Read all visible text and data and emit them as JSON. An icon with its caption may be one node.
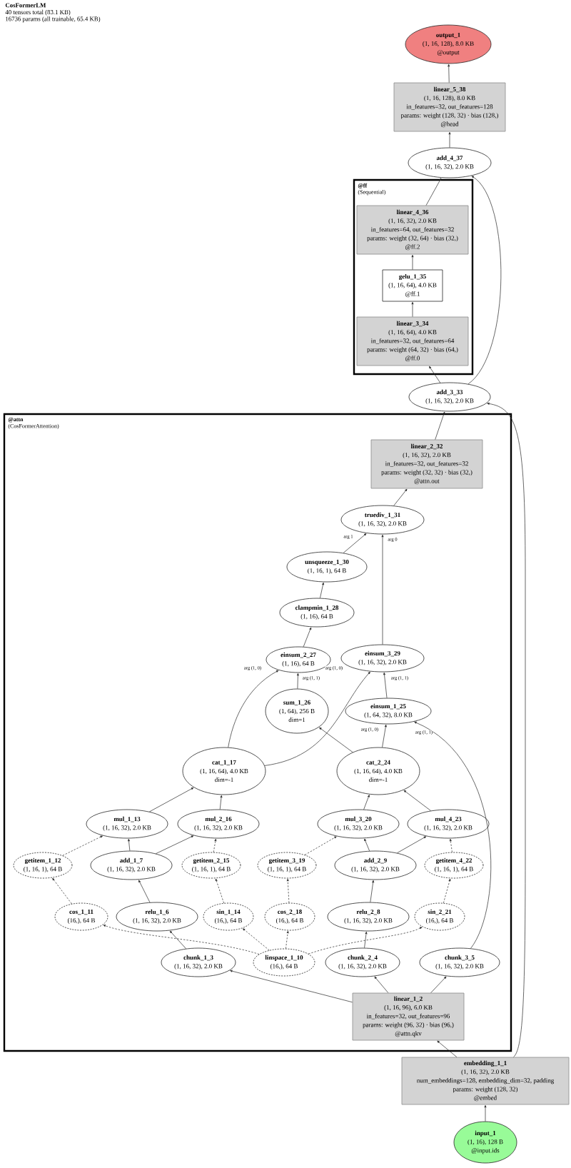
{
  "diagram": {
    "title": "CosFormerLM",
    "labels": [
      "40 tensors total (83.1 KB)",
      "16736 params (all trainable, 65.4 KB)"
    ],
    "nodes": [
      {
        "text": [
          "output_1",
          "(1, 16, 128), 8.0 KB",
          "@output"
        ]
      },
      {
        "text": [
          "linear_5_38",
          "(1, 16, 128), 8.0 KB",
          "in_features=32, out_features=128",
          "params: weight (128, 32) · bias (128,)",
          "@head"
        ]
      },
      {
        "text": [
          "add_4_37",
          "(1, 16, 32), 2.0 KB"
        ]
      },
      {
        "text": [
          "@ff",
          "(Sequential)"
        ]
      },
      {
        "text": [
          "linear_4_36",
          "(1, 16, 32), 2.0 KB",
          "in_features=64, out_features=32",
          "params: weight (32, 64) · bias (32,)",
          "@ff.2"
        ],
        "in": 3
      },
      {
        "text": [
          "gelu_1_35",
          "(1, 16, 64), 4.0 KB",
          "@ff.1"
        ],
        "in": 3
      },
      {
        "text": [
          "linear_3_34",
          "(1, 16, 64), 4.0 KB",
          "in_features=32, out_features=64",
          "params: weight (64, 32) · bias (64,)",
          "@ff.0"
        ],
        "in": 3
      },
      {
        "text": [
          "add_3_33",
          "(1, 16, 32), 2.0 KB"
        ]
      },
      {
        "text": [
          "@attn",
          "(CosFormerAttention)"
        ]
      },
      {
        "text": [
          "linear_2_32",
          "(1, 16, 32), 2.0 KB",
          "in_features=32, out_features=32",
          "params: weight (32, 32) · bias (32,)",
          "@attn.out"
        ],
        "in": 8
      },
      {
        "text": [
          "truediv_1_31",
          "(1, 16, 32), 2.0 KB"
        ],
        "in": 8
      },
      {
        "text": [
          "unsqueeze_1_30",
          "(1, 16, 1), 64 B"
        ],
        "in": 8
      },
      {
        "text": [
          "clampmin_1_28",
          "(1, 16), 64 B"
        ],
        "in": 8
      },
      {
        "text": [
          "einsum_2_27",
          "(1, 16), 64 B"
        ],
        "in": 8
      },
      {
        "text": [
          "einsum_3_29",
          "(1, 16, 32), 2.0 KB"
        ],
        "in": 8
      },
      {
        "text": [
          "sum_1_26",
          "(1, 64), 256 B",
          "dim=1"
        ],
        "in": 8
      },
      {
        "text": [
          "einsum_1_25",
          "(1, 64, 32), 8.0 KB"
        ],
        "in": 8
      },
      {
        "text": [
          "cat_1_17",
          "(1, 16, 64), 4.0 KB",
          "dim=-1"
        ],
        "in": 8
      },
      {
        "text": [
          "cat_2_24",
          "(1, 16, 64), 4.0 KB",
          "dim=-1"
        ],
        "in": 8
      },
      {
        "text": [
          "mul_1_13",
          "(1, 16, 32), 2.0 KB"
        ],
        "in": 8
      },
      {
        "text": [
          "mul_2_16",
          "(1, 16, 32), 2.0 KB"
        ],
        "in": 8
      },
      {
        "text": [
          "mul_3_20",
          "(1, 16, 32), 2.0 KB"
        ],
        "in": 8
      },
      {
        "text": [
          "mul_4_23",
          "(1, 16, 32), 2.0 KB"
        ],
        "in": 8
      },
      {
        "text": [
          "getitem_1_12",
          "(1, 16, 1), 64 B"
        ],
        "in": 8
      },
      {
        "text": [
          "add_1_7",
          "(1, 16, 32), 2.0 KB"
        ],
        "in": 8
      },
      {
        "text": [
          "getitem_2_15",
          "(1, 16, 1), 64 B"
        ],
        "in": 8
      },
      {
        "text": [
          "getitem_3_19",
          "(1, 16, 1), 64 B"
        ],
        "in": 8
      },
      {
        "text": [
          "add_2_9",
          "(1, 16, 32), 2.0 KB"
        ],
        "in": 8
      },
      {
        "text": [
          "getitem_4_22",
          "(1, 16, 1), 64 B"
        ],
        "in": 8
      },
      {
        "text": [
          "cos_1_11",
          "(16,), 64 B"
        ],
        "in": 8
      },
      {
        "text": [
          "relu_1_6",
          "(1, 16, 32), 2.0 KB"
        ],
        "in": 8
      },
      {
        "text": [
          "sin_1_14",
          "(16,), 64 B"
        ],
        "in": 8
      },
      {
        "text": [
          "cos_2_18",
          "(16,), 64 B"
        ],
        "in": 8
      },
      {
        "text": [
          "relu_2_8",
          "(1, 16, 32), 2.0 KB"
        ],
        "in": 8
      },
      {
        "text": [
          "sin_2_21",
          "(16,), 64 B"
        ],
        "in": 8
      },
      {
        "text": [
          "chunk_1_3",
          "(1, 16, 32), 2.0 KB"
        ],
        "in": 8
      },
      {
        "text": [
          "linspace_1_10",
          "(16,), 64 B"
        ],
        "in": 8
      },
      {
        "text": [
          "chunk_2_4",
          "(1, 16, 32), 2.0 KB"
        ],
        "in": 8
      },
      {
        "text": [
          "chunk_3_5",
          "(1, 16, 32), 2.0 KB"
        ],
        "in": 8
      },
      {
        "text": [
          "linear_1_2",
          "(1, 16, 96), 6.0 KB",
          "in_features=32, out_features=96",
          "params: weight (96, 32) · bias (96,)",
          "@attn.qkv"
        ],
        "in": 8
      },
      {
        "text": [
          "embedding_1_1",
          "(1, 16, 32), 2.0 KB",
          "num_embeddings=128, embedding_dim=32, padding",
          "params: weight (128, 32)",
          "@embed"
        ]
      },
      {
        "text": [
          "input_1",
          "(1, 16), 128 B",
          "@input.ids"
        ]
      }
    ],
    "edges": [
      {
        "from": 41,
        "to": 40,
        "arrow": "to"
      },
      {
        "from": 40,
        "to": 39,
        "arrow": "to"
      },
      {
        "from": 40,
        "to": 7,
        "arrow": "to"
      },
      {
        "from": 39,
        "to": 35,
        "arrow": "to"
      },
      {
        "from": 39,
        "to": 37,
        "arrow": "to"
      },
      {
        "from": 39,
        "to": 38,
        "arrow": "to"
      },
      {
        "from": 35,
        "to": 30,
        "arrow": "to"
      },
      {
        "from": 37,
        "to": 33,
        "arrow": "to"
      },
      {
        "from": 38,
        "to": 16,
        "arrow": "to",
        "label": "arg (1, 1)"
      },
      {
        "from": 30,
        "to": 24,
        "arrow": "to"
      },
      {
        "from": 33,
        "to": 27,
        "arrow": "to"
      },
      {
        "from": 36,
        "to": 29,
        "arrow": "to",
        "style": "dashed"
      },
      {
        "from": 36,
        "to": 31,
        "arrow": "to",
        "style": "dashed"
      },
      {
        "from": 36,
        "to": 32,
        "arrow": "to",
        "style": "dashed"
      },
      {
        "from": 36,
        "to": 34,
        "arrow": "to",
        "style": "dashed"
      },
      {
        "from": 29,
        "to": 23,
        "arrow": "to",
        "style": "dashed"
      },
      {
        "from": 31,
        "to": 25,
        "arrow": "to",
        "style": "dashed"
      },
      {
        "from": 32,
        "to": 26,
        "arrow": "to",
        "style": "dashed"
      },
      {
        "from": 34,
        "to": 28,
        "arrow": "to",
        "style": "dashed"
      },
      {
        "from": 23,
        "to": 19,
        "arrow": "to",
        "style": "dashed"
      },
      {
        "from": 24,
        "to": 19,
        "arrow": "to"
      },
      {
        "from": 24,
        "to": 20,
        "arrow": "to"
      },
      {
        "from": 25,
        "to": 20,
        "arrow": "to",
        "style": "dashed"
      },
      {
        "from": 26,
        "to": 21,
        "arrow": "to",
        "style": "dashed"
      },
      {
        "from": 27,
        "to": 21,
        "arrow": "to"
      },
      {
        "from": 27,
        "to": 22,
        "arrow": "to"
      },
      {
        "from": 28,
        "to": 22,
        "arrow": "to",
        "style": "dashed"
      },
      {
        "from": 19,
        "to": 17,
        "arrow": "to"
      },
      {
        "from": 20,
        "to": 17,
        "arrow": "to"
      },
      {
        "from": 21,
        "to": 18,
        "arrow": "to"
      },
      {
        "from": 22,
        "to": 18,
        "arrow": "to"
      },
      {
        "from": 17,
        "to": 13,
        "arrow": "to",
        "label": "arg (1, 0)"
      },
      {
        "from": 17,
        "to": 14,
        "arrow": "to",
        "label": "arg (1, 0)"
      },
      {
        "from": 18,
        "to": 15,
        "arrow": "to"
      },
      {
        "from": 18,
        "to": 16,
        "arrow": "to",
        "label": "arg (1, 0)"
      },
      {
        "from": 15,
        "to": 13,
        "arrow": "to",
        "label": "arg (1, 1)"
      },
      {
        "from": 16,
        "to": 14,
        "arrow": "to",
        "label": "arg (1, 1)"
      },
      {
        "from": 13,
        "to": 12,
        "arrow": "to"
      },
      {
        "from": 12,
        "to": 11,
        "arrow": "to"
      },
      {
        "from": 11,
        "to": 10,
        "arrow": "to",
        "label": "arg 1"
      },
      {
        "from": 14,
        "to": 10,
        "arrow": "to",
        "label": "arg 0"
      },
      {
        "from": 10,
        "to": 9,
        "arrow": "to"
      },
      {
        "from": 9,
        "to": 7,
        "arrow": "to"
      },
      {
        "from": 7,
        "to": 6,
        "arrow": "to"
      },
      {
        "from": 7,
        "to": 2,
        "arrow": "to"
      },
      {
        "from": 6,
        "to": 5,
        "arrow": "to"
      },
      {
        "from": 5,
        "to": 4,
        "arrow": "to"
      },
      {
        "from": 4,
        "to": 2,
        "arrow": "to"
      },
      {
        "from": 2,
        "to": 1,
        "arrow": "to"
      },
      {
        "from": 1,
        "to": 0,
        "arrow": "to"
      }
    ]
  }
}
